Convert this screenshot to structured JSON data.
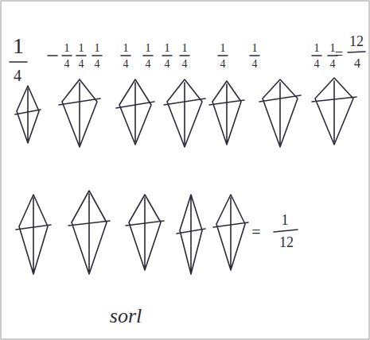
{
  "diagram": {
    "labels": [
      "1",
      "4",
      "1",
      "4",
      "1",
      "4",
      "1",
      "4",
      "1",
      "4",
      "1",
      "4",
      "1",
      "4",
      "1",
      "4",
      "1",
      "4",
      "1",
      "4",
      "1",
      "4",
      "1",
      "4",
      "=",
      "12",
      "4",
      "=",
      "1",
      "12",
      "sorl"
    ]
  }
}
